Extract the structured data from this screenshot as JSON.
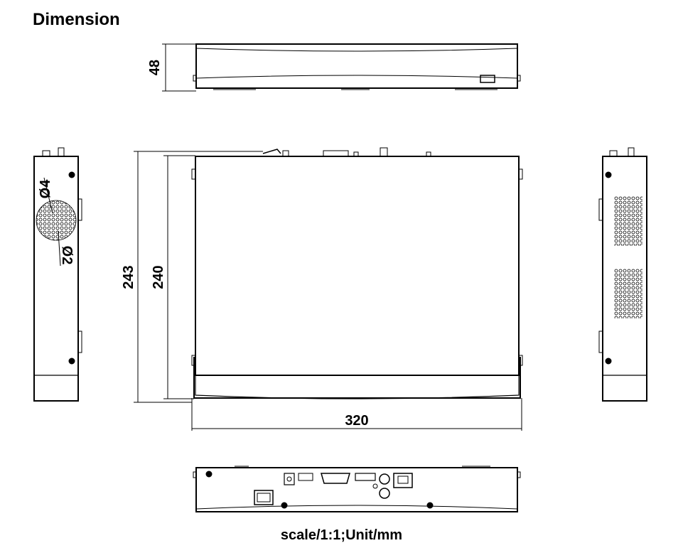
{
  "title": "Dimension",
  "dimensions": {
    "height": "48",
    "outer_depth": "243",
    "inner_depth": "240",
    "width": "320"
  },
  "side_labels": {
    "hole_large": "Ø4",
    "hole_small": "Ø2"
  },
  "note": "scale/1:1;Unit/mm",
  "colors": {
    "line": "#000000",
    "background": "#ffffff"
  }
}
